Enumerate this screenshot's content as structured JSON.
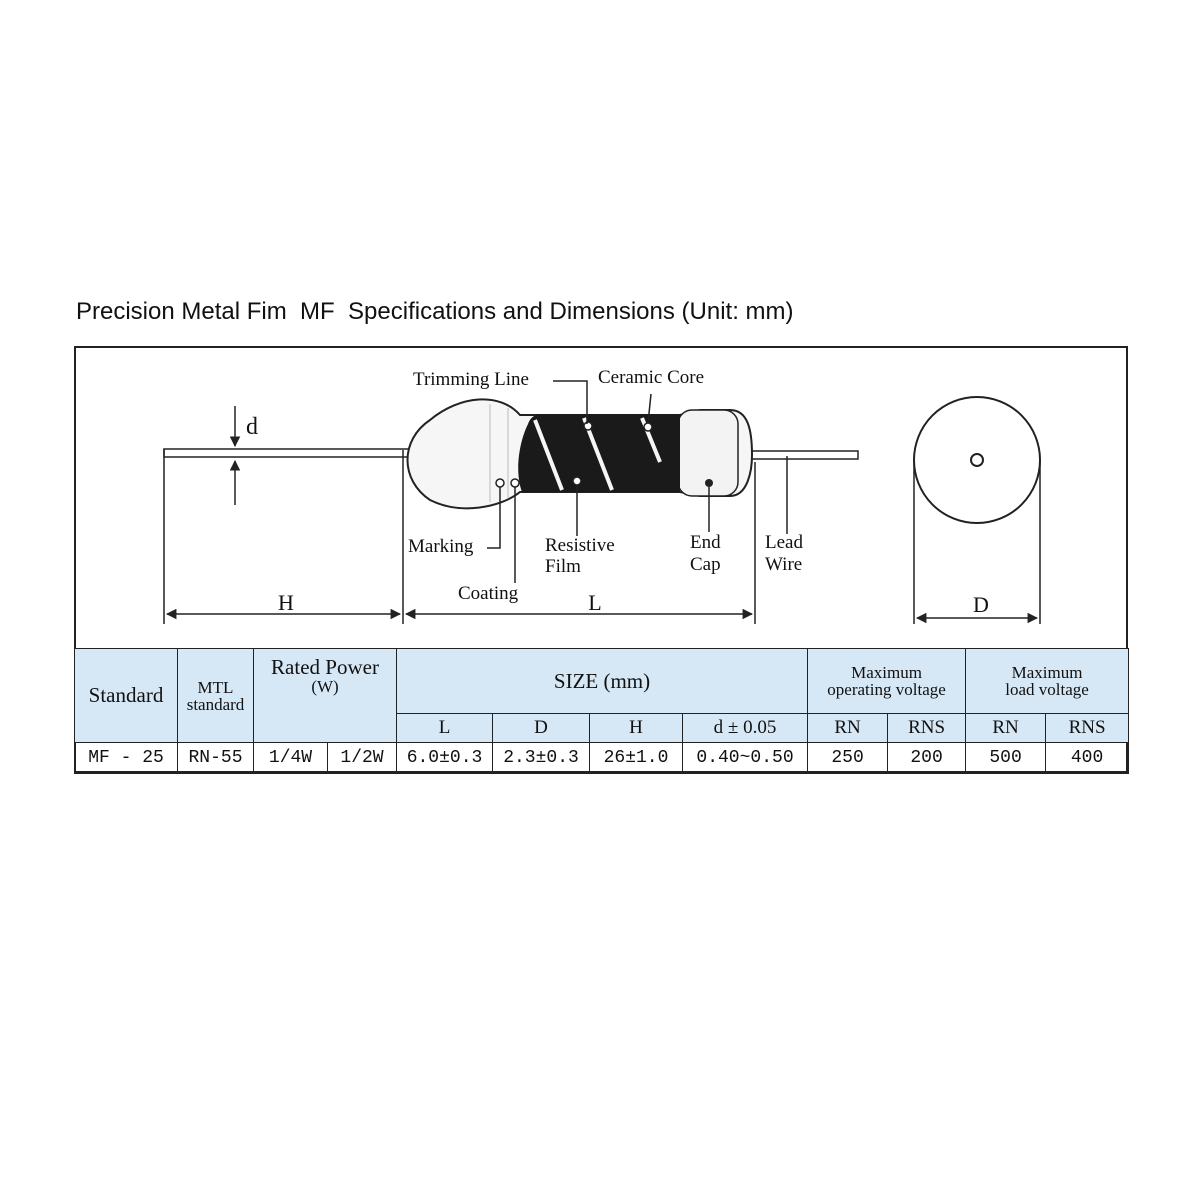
{
  "title": "Precision Metal Fim  MF  Specifications and Dimensions (Unit: mm)",
  "diagram": {
    "labels": {
      "d": "d",
      "trimming_line": "Trimming Line",
      "ceramic_core": "Ceramic Core",
      "marking": "Marking",
      "coating": "Coating",
      "resistive_film_1": "Resistive",
      "resistive_film_2": "Film",
      "end_cap_1": "End",
      "end_cap_2": "Cap",
      "lead_wire_1": "Lead",
      "lead_wire_2": "Wire",
      "H": "H",
      "L": "L",
      "D": "D"
    }
  },
  "table": {
    "headers": {
      "standard": "Standard",
      "mtl_1": "MTL",
      "mtl_2": "standard",
      "rated_power_1": "Rated Power",
      "rated_power_2": "(W)",
      "size": "SIZE (mm)",
      "max_op_1": "Maximum",
      "max_op_2": "operating voltage",
      "max_load_1": "Maximum",
      "max_load_2": "load voltage"
    },
    "subheaders": {
      "L": "L",
      "D": "D",
      "H": "H",
      "d": "d ± 0.05",
      "rn_op": "RN",
      "rns_op": "RNS",
      "rn_load": "RN",
      "rns_load": "RNS"
    },
    "row": {
      "standard": "MF - 25",
      "mtl": "RN-55",
      "power_1": "1/4W",
      "power_2": "1/2W",
      "L": "6.0±0.3",
      "D": "2.3±0.3",
      "H": "26±1.0",
      "d": "0.40~0.50",
      "rn_op": "250",
      "rns_op": "200",
      "rn_load": "500",
      "rns_load": "400"
    }
  },
  "colors": {
    "header_fill": "#d6e7f5",
    "film": "#1a1a1a",
    "line": "#222222"
  }
}
